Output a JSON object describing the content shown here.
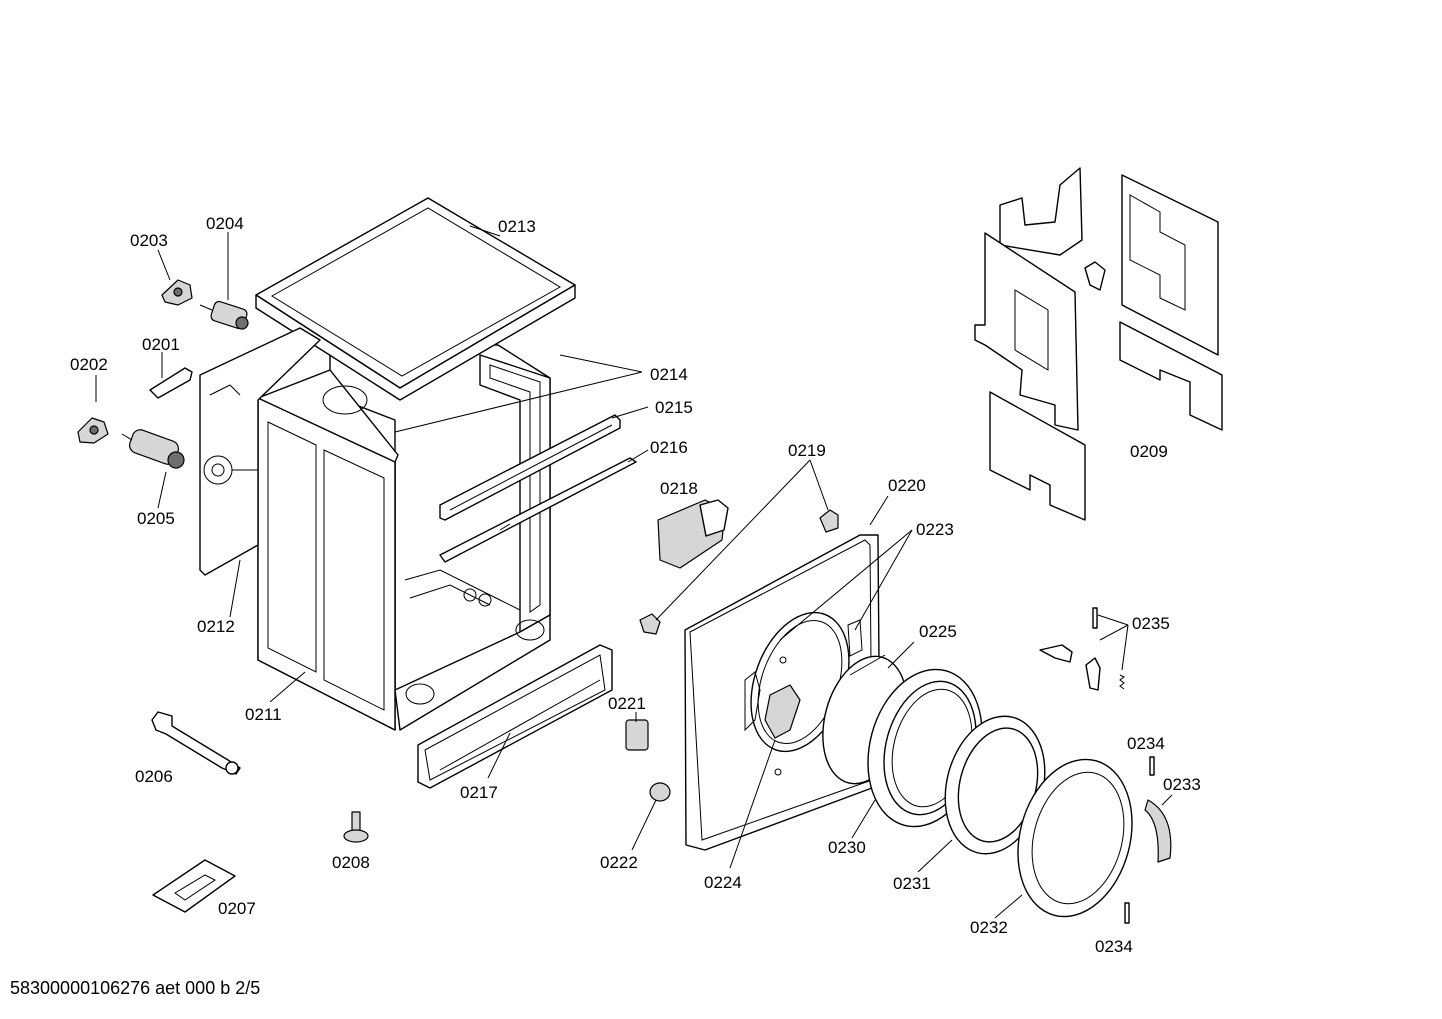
{
  "document_id": "58300000106276 aet 000 b 2/5",
  "labels": {
    "0201": "0201",
    "0202": "0202",
    "0203": "0203",
    "0204": "0204",
    "0205": "0205",
    "0206": "0206",
    "0207": "0207",
    "0208": "0208",
    "0209": "0209",
    "0211": "0211",
    "0212": "0212",
    "0213": "0213",
    "0214": "0214",
    "0215": "0215",
    "0216": "0216",
    "0217": "0217",
    "0218": "0218",
    "0219": "0219",
    "0220": "0220",
    "0221": "0221",
    "0222": "0222",
    "0223": "0223",
    "0224": "0224",
    "0225": "0225",
    "0230": "0230",
    "0231": "0231",
    "0232": "0232",
    "0233": "0233",
    "0234a": "0234",
    "0234b": "0234",
    "0235": "0235"
  }
}
